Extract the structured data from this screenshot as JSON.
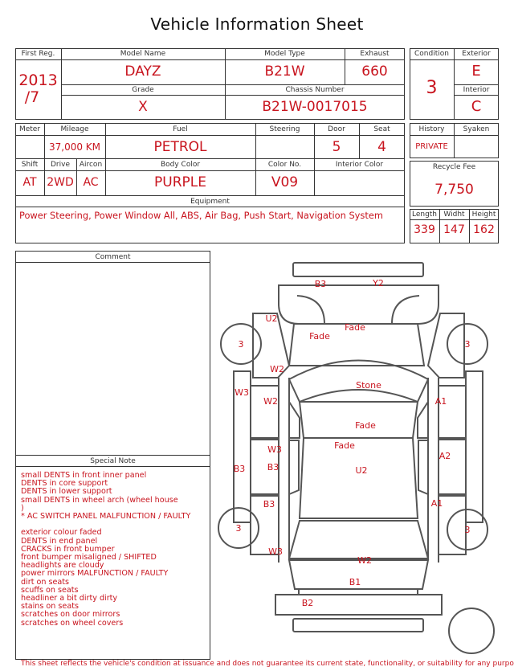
{
  "title": "Vehicle Information Sheet",
  "labels": {
    "first_reg": "First Reg.",
    "model_name": "Model Name",
    "model_type": "Model Type",
    "exhaust": "Exhaust",
    "grade": "Grade",
    "chassis": "Chassis Number",
    "condition": "Condition",
    "exterior": "Exterior",
    "interior": "Interior",
    "meter": "Meter",
    "mileage": "Mileage",
    "fuel": "Fuel",
    "steering": "Steering",
    "door": "Door",
    "seat": "Seat",
    "history": "History",
    "syaken": "Syaken",
    "shift": "Shift",
    "drive": "Drive",
    "aircon": "Aircon",
    "body_color": "Body Color",
    "color_no": "Color No.",
    "interior_color": "Interior Color",
    "recycle_fee": "Recycle Fee",
    "equipment": "Equipment",
    "length": "Length",
    "width": "Widht",
    "height": "Height",
    "comment": "Comment",
    "special_note": "Special Note"
  },
  "values": {
    "first_reg_year": "2013",
    "first_reg_month": "/7",
    "model_name": "DAYZ",
    "model_type": "B21W",
    "exhaust": "660",
    "grade": "X",
    "chassis": "B21W-0017015",
    "condition": "3",
    "exterior": "E",
    "interior": "C",
    "mileage": "37,000 KM",
    "fuel": "PETROL",
    "door": "5",
    "seat": "4",
    "history": "PRIVATE",
    "shift": "AT",
    "drive": "2WD",
    "aircon": "AC",
    "body_color": "PURPLE",
    "color_no": "V09",
    "recycle_fee": "7,750",
    "equipment": "Power Steering, Power Window  All, ABS, Air Bag, Push Start, Navigation System",
    "length": "339",
    "width": "147",
    "height": "162"
  },
  "special_notes": [
    "small DENTS in front inner panel",
    "DENTS in core support",
    "DENTS in lower support",
    "small DENTS in wheel arch (wheel house",
    ")",
    "* AC SWITCH PANEL MALFUNCTION / FAULTY",
    "",
    "exterior colour faded",
    "DENTS in end panel",
    "CRACKS in front bumper",
    "front bumper misaligned / SHIFTED",
    "headlights are cloudy",
    "power mirrors MALFUNCTION / FAULTY",
    "dirt on seats",
    "scuffs on seats",
    "headliner a bit dirty dirty",
    "stains on seats",
    "scratches on door mirrors",
    "scratches on wheel covers"
  ],
  "diagram_marks": {
    "b3_top": "B3",
    "y2": "Y2",
    "u2_top": "U2",
    "fade_1": "Fade",
    "fade_2": "Fade",
    "tire_fl": "3",
    "tire_fr": "3",
    "w2_left": "W2",
    "w3_left": "W3",
    "stone": "Stone",
    "w2_door": "W2",
    "a1_upper": "A1",
    "fade_3": "Fade",
    "w3_rear_door": "W3",
    "fade_4": "Fade",
    "a2": "A2",
    "b3_side": "B3",
    "b3_rear_door": "B3",
    "u2_center": "U2",
    "b3_lower": "B3",
    "a1_lower": "A1",
    "tire_rl": "3",
    "tire_rr": "3",
    "w3_lower": "W3",
    "w2_rear": "W2",
    "b1": "B1",
    "b2": "B2"
  },
  "footer": "This sheet reflects the vehicle's condition at issuance and does not guarantee its current state, functionality, or suitability for any purpose",
  "colors": {
    "accent": "#c8141e",
    "line": "#333333"
  }
}
